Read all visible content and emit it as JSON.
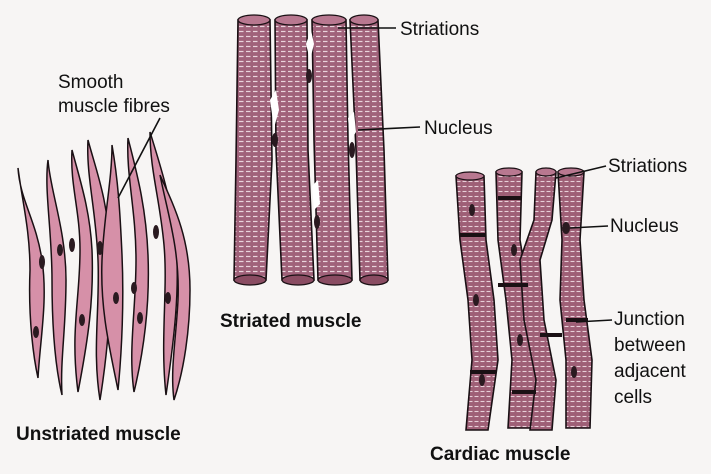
{
  "unstriated": {
    "caption": "Unstriated muscle",
    "label_line1": "Smooth",
    "label_line2": "muscle fibres"
  },
  "striated": {
    "caption": "Striated muscle",
    "striations_label": "Striations",
    "nucleus_label": "Nucleus"
  },
  "cardiac": {
    "caption": "Cardiac muscle",
    "striations_label": "Striations",
    "nucleus_label": "Nucleus",
    "junction_line1": "Junction",
    "junction_line2": "between",
    "junction_line3": "adjacent",
    "junction_line4": "cells"
  },
  "colors": {
    "fibre_fill": "#a0627a",
    "smooth_fill": "#d690a8",
    "nucleus": "#2a1a20",
    "outline": "#1a1014",
    "background": "#f7f5f4"
  }
}
